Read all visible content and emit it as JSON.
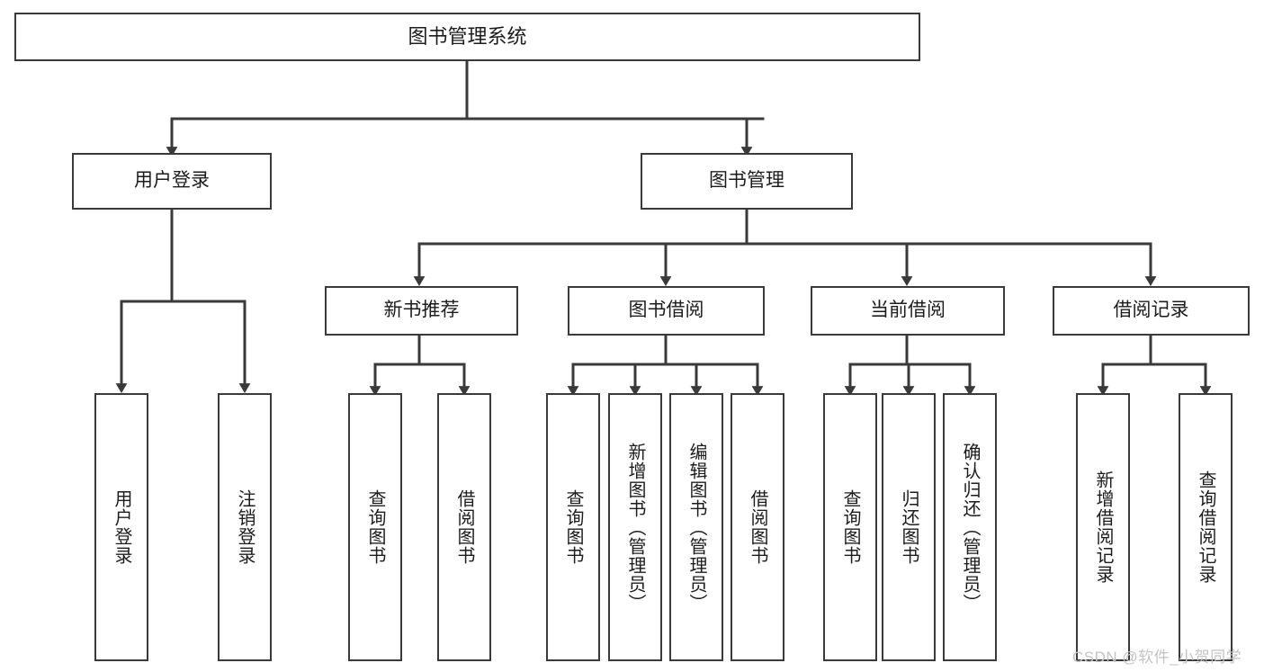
{
  "diagram": {
    "title": "图书管理系统",
    "type": "hierarchy-tree",
    "levels": 4,
    "root": {
      "id": "root",
      "label": "图书管理系统",
      "orientation": "horizontal"
    },
    "level2": [
      {
        "id": "user-login",
        "label": "用户登录",
        "orientation": "horizontal"
      },
      {
        "id": "book-manage",
        "label": "图书管理",
        "orientation": "horizontal"
      }
    ],
    "level3": [
      {
        "id": "new-book-recommend",
        "label": "新书推荐",
        "orientation": "horizontal",
        "parent": "book-manage"
      },
      {
        "id": "book-borrow",
        "label": "图书借阅",
        "orientation": "horizontal",
        "parent": "book-manage"
      },
      {
        "id": "current-borrow",
        "label": "当前借阅",
        "orientation": "horizontal",
        "parent": "book-manage"
      },
      {
        "id": "borrow-record",
        "label": "借阅记录",
        "orientation": "horizontal",
        "parent": "book-manage"
      }
    ],
    "leaves": [
      {
        "id": "leaf-user-login",
        "label": "用户登录",
        "parent": "user-login"
      },
      {
        "id": "leaf-user-logout",
        "label": "注销登录",
        "parent": "user-login"
      },
      {
        "id": "leaf-query-book-1",
        "label": "查询图书",
        "parent": "new-book-recommend"
      },
      {
        "id": "leaf-borrow-book-1",
        "label": "借阅图书",
        "parent": "new-book-recommend"
      },
      {
        "id": "leaf-query-book-2",
        "label": "查询图书",
        "parent": "book-borrow"
      },
      {
        "id": "leaf-add-book",
        "label": "新增图书（管理员）",
        "parent": "book-borrow"
      },
      {
        "id": "leaf-edit-book",
        "label": "编辑图书（管理员）",
        "parent": "book-borrow"
      },
      {
        "id": "leaf-borrow-book-2",
        "label": "借阅图书",
        "parent": "book-borrow"
      },
      {
        "id": "leaf-query-book-3",
        "label": "查询图书",
        "parent": "current-borrow"
      },
      {
        "id": "leaf-return-book",
        "label": "归还图书",
        "parent": "current-borrow"
      },
      {
        "id": "leaf-confirm-return",
        "label": "确认归还（管理员）",
        "parent": "current-borrow"
      },
      {
        "id": "leaf-add-record",
        "label": "新增借阅记录",
        "parent": "borrow-record"
      },
      {
        "id": "leaf-query-record",
        "label": "查询借阅记录",
        "parent": "borrow-record"
      }
    ],
    "watermark": "CSDN @软件_小贺同学",
    "colors": {
      "box_border": "#3a3a3a",
      "box_fill": "#ffffff",
      "connector": "#3a3a3a",
      "text": "#1c1c1c",
      "watermark": "#c3c3c3",
      "background": "#ffffff"
    }
  }
}
